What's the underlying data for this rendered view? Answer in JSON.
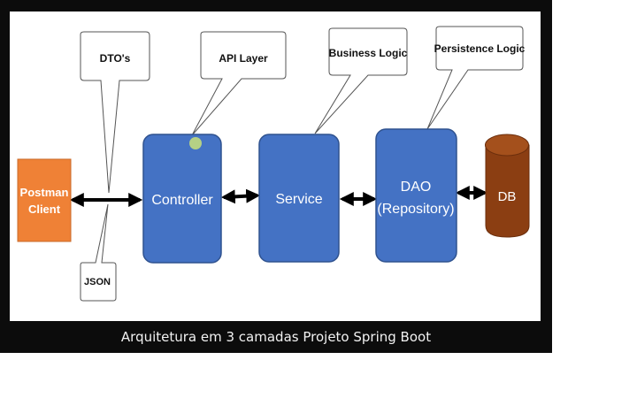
{
  "diagram": {
    "nodes": {
      "postman": {
        "line1": "Postman",
        "line2": "Client"
      },
      "controller": {
        "label": "Controller"
      },
      "service": {
        "label": "Service"
      },
      "dao": {
        "line1": "DAO",
        "line2": "(Repository)"
      },
      "db": {
        "label": "DB"
      }
    },
    "callouts": {
      "dtos": "DTO's",
      "api_layer": "API Layer",
      "business_logic": "Business Logic",
      "persistence_logic": "Persistence Logic",
      "json": "JSON"
    },
    "colors": {
      "postman_fill": "#ef8136",
      "layer_fill": "#4472c4",
      "layer_stroke": "#2f528f",
      "db_fill": "#8b3e12",
      "db_top": "#a4501c",
      "arrow": "#000000"
    }
  },
  "caption": "Arquitetura em 3 camadas Projeto Spring Boot"
}
